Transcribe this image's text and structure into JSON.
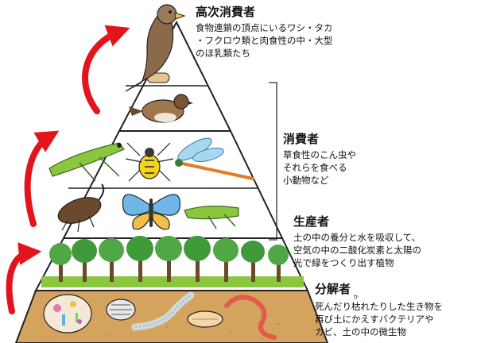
{
  "levels": [
    {
      "id": "apex",
      "title": "高次消費者",
      "description": "食物連鎖の頂点にいるワシ・タカ\n・フクロウ類と肉食性の中・大型\nのほ乳類たち"
    },
    {
      "id": "consumers",
      "title": "消費者",
      "description": "草食性のこん虫や\nそれらを食べる\n小動物など"
    },
    {
      "id": "producers",
      "title": "生産者",
      "description": "土の中の養分と水を吸収して、\n空気の中の二酸化炭素と太陽の\n光で緑をつくり出す植物"
    },
    {
      "id": "decomposers",
      "title": "分解者",
      "description_line1_before": "死んだり",
      "ruby_base": "枯",
      "ruby_reading": "か",
      "description_line1_after": "れたりした生き物を",
      "description_rest": "再び土にかえすバクテリアや\nカビ、土の中の微生物"
    }
  ],
  "colors": {
    "arrow": "#e3141c",
    "soil": "#d4a45e",
    "tree_canopy": "#4fa845",
    "grass": "#8cc63f",
    "outline": "#222222"
  },
  "icons": [
    "hawk-icon",
    "sparrow-icon",
    "grasshopper-icon",
    "spider-icon",
    "dragonfly-icon",
    "beetle-icon",
    "butterfly-icon",
    "cricket-icon",
    "tree-icon",
    "microbe-icon",
    "pillbug-icon",
    "centipede-icon",
    "larva-icon",
    "earthworm-icon"
  ]
}
